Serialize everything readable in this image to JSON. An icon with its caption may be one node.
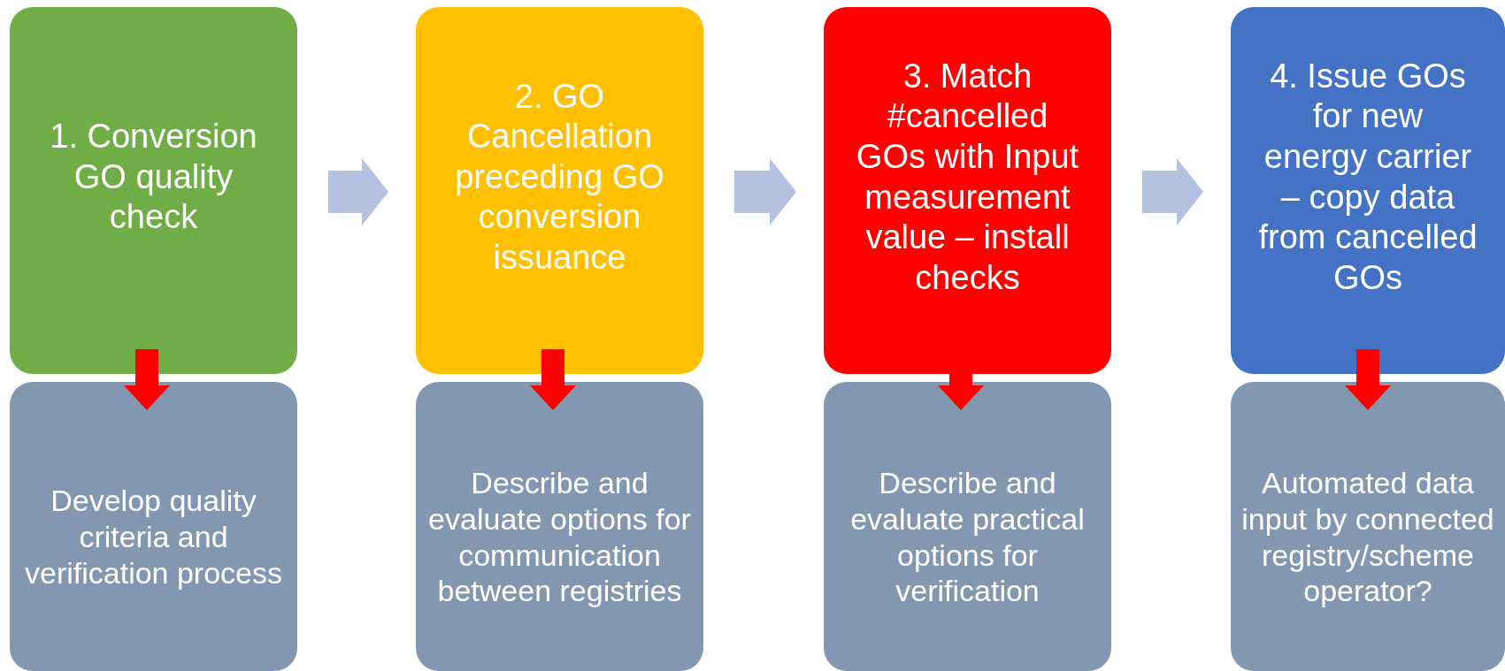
{
  "diagram": {
    "nodes": [
      {
        "text": [
          "1. Conversion GO quality check"
        ]
      },
      {
        "text": [
          "2. GO Cancellation preceding GO conversion issuance"
        ]
      },
      {
        "text": [
          "3. Match #cancelled GOs with Input measurement value – install checks"
        ]
      },
      {
        "text": [
          "4. Issue GOs for new energy carrier – copy data from cancelled GOs"
        ]
      },
      {
        "text": [
          "Develop quality criteria and verification process"
        ]
      },
      {
        "text": [
          "Describe and evaluate options for communication between registries"
        ]
      },
      {
        "text": [
          "Describe and evaluate practical options for verification"
        ]
      },
      {
        "text": [
          "Automated data input by connected registry/scheme operator?"
        ]
      }
    ],
    "edges": [
      {
        "from": 0,
        "to": 1,
        "arrow": "to",
        "style": "thick",
        "color": "#b4c1e1"
      },
      {
        "from": 1,
        "to": 2,
        "arrow": "to",
        "style": "thick",
        "color": "#b4c1e1"
      },
      {
        "from": 2,
        "to": 3,
        "arrow": "to",
        "style": "thick",
        "color": "#b4c1e1"
      },
      {
        "from": 0,
        "to": 4,
        "arrow": "to",
        "style": "thick",
        "color": "#ff0000"
      },
      {
        "from": 1,
        "to": 5,
        "arrow": "to",
        "style": "thick",
        "color": "#ff0000"
      },
      {
        "from": 2,
        "to": 6,
        "arrow": "to",
        "style": "thick",
        "color": "#ff0000"
      },
      {
        "from": 3,
        "to": 7,
        "arrow": "to",
        "style": "thick",
        "color": "#ff0000"
      }
    ]
  }
}
